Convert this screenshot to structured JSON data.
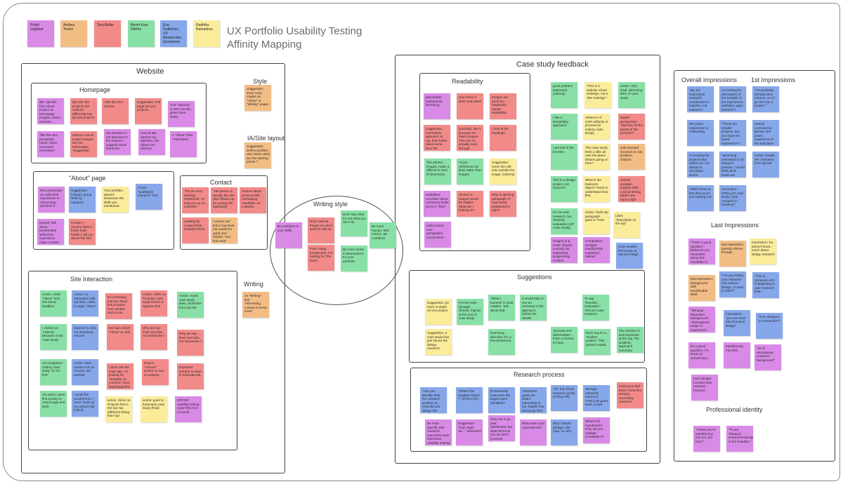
{
  "title_lines": [
    "UX Portfolio Usability Testing",
    "Affinity Mapping"
  ],
  "colors": {
    "pink": "#d98ae6",
    "orange": "#f2bd85",
    "red": "#f28a8a",
    "green": "#88e0a6",
    "blue": "#86a7ea",
    "yellow": "#fbec9a"
  },
  "legend": [
    {
      "text": "Prakti Joglekar",
      "color": "pink"
    },
    {
      "text": "Andrea Tovies",
      "color": "orange"
    },
    {
      "text": "Tara Butler",
      "color": "red"
    },
    {
      "text": "Bernit Kaur Dhillon",
      "color": "green"
    },
    {
      "text": "Eva Guttierrez, UX Researcher, Questioner",
      "color": "blue"
    },
    {
      "text": "Radhika Ramadoss",
      "color": "yellow"
    }
  ],
  "sections": {
    "website": "Website",
    "homepage": "Homepage",
    "style": "Style",
    "ia": "IA/Site layout",
    "about": "\"About\" page",
    "contact": "Contact",
    "site_interaction": "Site Interaction",
    "writing": "Writing",
    "writing_style": "Writing style",
    "case_study": "Case study feedback",
    "readability": "Readability",
    "suggestions": "Suggestions",
    "research": "Research process",
    "overall": "Overall impressions",
    "first": "1st Impressions",
    "last": "Last Impressions",
    "professional": "Professional identity"
  },
  "notes": [
    {
      "text": "like: specific intro about project on homepage images, what's involved",
      "color": "pink"
    },
    {
      "text": "My role: the projects are ordered differently btw hp and projects",
      "color": "red"
    },
    {
      "text": "I like the hero section.",
      "color": "red"
    },
    {
      "text": "Suggestion: Full page two pro projects",
      "color": "red"
    },
    {
      "text": "And \"aspiring\" in hero section, gives more clarity",
      "color": "pink"
    },
    {
      "text": "\"like the intro paragraph, name; helps encounter remember\"",
      "color": "pink"
    },
    {
      "text": "Udemy Lexical project images are not informative, \"suggestive\"",
      "color": "red"
    },
    {
      "text": "My attention is not attracted to the buttons I suggest visual hierarchy",
      "color": "pink"
    },
    {
      "text": "Lexical title attracts my attention, the others are obvious",
      "color": "pink"
    },
    {
      "text": "2 \"About\" links \"redundant\"",
      "color": "pink"
    },
    {
      "text": "Suggestion: more color, maybe on \"About\" or \"Writing\" pages",
      "color": "orange"
    },
    {
      "text": "Suggestion: Define portfolio use cases: what are the starting points ?",
      "color": "orange"
    },
    {
      "text": "Recommendati on: add work experience to About page (timeline?)",
      "color": "pink"
    },
    {
      "text": "Suggestion (About): group skills by category",
      "color": "blue"
    },
    {
      "text": "Your portfolio doesn't showcase the skills you mentioned.",
      "color": "yellow"
    },
    {
      "text": "I'd put \"qualitative research\" first.",
      "color": "blue"
    },
    {
      "text": "(about) Talk about transferable skills from experience make a better researcher",
      "color": "pink"
    },
    {
      "text": "Contact / resume links in footer feels hidden; call out above the fold",
      "color": "red"
    },
    {
      "text": "\"For an entry working researcher, I'd look you up on LinkedIn.\"",
      "color": "red"
    },
    {
      "text": "\"HR person is usually the one who follows up [to contact the applicant]\"",
      "color": "red"
    },
    {
      "text": "Unsure about protocol with messaging candidate on LinkedIn.",
      "color": "red"
    },
    {
      "text": "Looking for contact form, invitation blurb",
      "color": "red"
    },
    {
      "text": "\"contact me\" link in top-level nav would be quick and helpful: \"one less step\"",
      "color": "orange"
    },
    {
      "text": "Action: clicks \"About\" from link below headline",
      "color": "green"
    },
    {
      "text": "Action: no interaction with top links, clicks in-page \"About\"",
      "color": "blue"
    },
    {
      "text": "It's confusing that the About link is below hero section and in nav.",
      "color": "red"
    },
    {
      "text": "Action: clicks on Footnote case study first bc it appears first",
      "color": "red"
    },
    {
      "text": "Action: reads case study titles, clicks/see from top-left",
      "color": "green"
    },
    {
      "text": "I clicked on \"Udemy\" because it has 'case study'.",
      "color": "green"
    },
    {
      "text": "Expects to view, not download, resume.",
      "color": "blue"
    },
    {
      "text": "Not sure which \"About\" to click",
      "color": "red"
    },
    {
      "text": "Why are top-level nav links not interactive ?",
      "color": "red"
    },
    {
      "text": "Why are top-level nav links not interactive ?",
      "color": "red"
    },
    {
      "text": "1st navigation: Udemy case study \"bc it's first\"",
      "color": "green"
    },
    {
      "text": "Action: finds contact info on resume, not website",
      "color": "blue"
    },
    {
      "text": "I don't use the main app, I'm looking for \"invitation to connect\", form, blurb/hyperlink",
      "color": "red"
    },
    {
      "text": "Expect \"contact\" section in nav, or projects.",
      "color": "red"
    },
    {
      "text": "Expected resume to open in separate tab.",
      "color": "red"
    },
    {
      "text": "1st action: goes first quickly to About page and back",
      "color": "green"
    },
    {
      "text": "I avoid the email link bc I never hook up my actual mail [client]",
      "color": "blue"
    },
    {
      "text": "action: clicks on Projects link in the top nav (different listing than hp)",
      "color": "yellow"
    },
    {
      "text": "action: goes to footnote/a case study (final)",
      "color": "yellow"
    },
    {
      "text": "ERROR: usability testing report file error (Lexical)",
      "color": "pink"
    },
    {
      "text": "on \"Writing\" link: \"interesting, curious to know more\"",
      "color": "orange"
    },
    {
      "text": "Be confident in your skills.",
      "color": "pink"
    },
    {
      "text": "Don't call out things you don't want to call out.",
      "color": "red"
    },
    {
      "text": "Don't say what it's not what you don't do.",
      "color": "green"
    },
    {
      "text": "Be more human, less correct. Be confident.",
      "color": "green"
    },
    {
      "text": "From hiring perspective, I'm looking for \"the hook\".",
      "color": "red"
    },
    {
      "text": "Be more active in descriptions. It's your portfolio!",
      "color": "green"
    },
    {
      "text": "glanceable, bulletpoints, skimming",
      "color": "pink"
    },
    {
      "text": "scan-haze it short and sweet",
      "color": "red"
    },
    {
      "text": "Images are good but negatively impact readability",
      "color": "red"
    },
    {
      "text": "Suggestion: summarize approach at top, then bullet takes some from the summary",
      "color": "red"
    },
    {
      "text": "[Lexical] I like it, because it's fewer images. This one I'd actually read through.",
      "color": "red"
    },
    {
      "text": "I look at the headings.",
      "color": "red"
    },
    {
      "text": "The photos, images, make it difficult to read (Fotonovela).",
      "color": "green"
    },
    {
      "text": "I'd put references as links rather than images.",
      "color": "green"
    },
    {
      "text": "Suggestion: move the call-outs outside the image. (Udemy)",
      "color": "yellow"
    },
    {
      "text": "readables, uncertain about numerous bullet items in \"flow\"",
      "color": "pink"
    },
    {
      "text": "Alt-text on images would be helpful. What am I looking at?",
      "color": "red"
    },
    {
      "text": "Why is opening paragraph of case study positioned to right?",
      "color": "red"
    },
    {
      "text": "bullet points over paragraphs (conclusion)",
      "color": "pink"
    },
    {
      "text": "good problem statement (Udemy)",
      "color": "green"
    },
    {
      "text": "\"This is a website visual redesign, not a 'site redesign'\"",
      "color": "yellow"
    },
    {
      "text": "Action: only read, skimming, 80% of case study",
      "color": "green"
    },
    {
      "text": "I like a storytelling approach.",
      "color": "green"
    },
    {
      "text": "Absence of UXR artifacts or process [in Udemy case study].",
      "color": "yellow"
    },
    {
      "text": "Expert perspective: \"Did they hit the points of the process?\"",
      "color": "red"
    },
    {
      "text": "I got lost in the timeline.",
      "color": "green"
    },
    {
      "text": "This case study feels a little all over the place. What's going on here?",
      "color": "yellow"
    },
    {
      "text": "subj seemed focused on role, problem, solution",
      "color": "orange"
    },
    {
      "text": "This is a design project, not research.",
      "color": "green"
    },
    {
      "text": "What is the business object? Need to understand that first.",
      "color": "yellow"
    },
    {
      "text": "answer analysis, insights after Lexical testing (didn't see report right away)",
      "color": "red"
    },
    {
      "text": "It's not user research, but heuristic evaluation (UP Case Study)",
      "color": "green"
    },
    {
      "text": "Action: finds top paragraph, goes to \"how\"",
      "color": "yellow"
    },
    {
      "text": "Likes \"description at the top\"",
      "color": "yellow"
    },
    {
      "text": "Images (e.g. Usab. Report, Lexical) not supporting, progressing content",
      "color": "pink"
    },
    {
      "text": "Competitive analysis insufficiently explained, labeled",
      "color": "pink"
    },
    {
      "text": "Case studies feel empty at top w/o image",
      "color": "blue"
    },
    {
      "text": "Suggestion: go more in depth on one project",
      "color": "yellow"
    },
    {
      "text": "Put the tools (Google Sheets, Figma) at the end of case study",
      "color": "green"
    },
    {
      "text": "\"What I learned\" is what matters. Talk about that.",
      "color": "green"
    },
    {
      "text": "It would help to see an overview of the approach, before the details",
      "color": "green"
    },
    {
      "text": "To say \"heuristic evaluation\". This isn't user research.",
      "color": "green"
    },
    {
      "text": "Suggestion: a case study that just shows the design research.",
      "color": "yellow"
    },
    {
      "text": "Summary... describe it in a few sentences.",
      "color": "green"
    },
    {
      "text": "\"process and deliverables\" - that's a section to have.",
      "color": "green"
    },
    {
      "text": "Don't say it's a 'student project'. That doesn't matter.",
      "color": "green"
    },
    {
      "text": "The solution is less important at the top. Put problem, approach summary, deliverables.",
      "color": "green"
    },
    {
      "text": "\"Can you identify what the research problem is... How did you design the methodologies?\"",
      "color": "blue"
    },
    {
      "text": "\"What's the tangible impact ?\" (STELLAR)",
      "color": "blue"
    },
    {
      "text": "[Fotonovela] How were the target users identified?",
      "color": "blue"
    },
    {
      "text": "\"Research goals are what's interesting to me. Maybe that should go first\"",
      "color": "blue"
    },
    {
      "text": "\"Ah, hal\" (finds research goals) (STELLAR)",
      "color": "blue"
    },
    {
      "text": "Wrongly interprets nature of STELLAR grant work, scope",
      "color": "blue"
    },
    {
      "text": "How'd you find them? Describe primary, secondary research.",
      "color": "red"
    },
    {
      "text": "Be more specific with research outcomes (user interviews, usability testing)",
      "color": "pink"
    },
    {
      "text": "Suggestion: \"how might we...\" statement",
      "color": "pink"
    },
    {
      "text": "okay not to go past usefulness, but what WOULD you do next? (Lexical)",
      "color": "pink"
    },
    {
      "text": "What were your expectations?",
      "color": "pink"
    },
    {
      "text": "Why? Would (design, site map, UI, etc)",
      "color": "blue"
    },
    {
      "text": "What's the hypothesis? How did you validate /invalidate it?",
      "color": "pink"
    },
    {
      "text": "\"My 1st impression: research coordinator is logistics, not research\"",
      "color": "blue"
    },
    {
      "text": "I'm looking for description of the breadth of the experience - websites, apps, research?",
      "color": "blue"
    },
    {
      "text": "\"I've probably already seen resume, so I'd go first into a project.\"",
      "color": "blue"
    },
    {
      "text": "Ten years' experience is misleading.",
      "color": "blue"
    },
    {
      "text": "\"These are smaller projects, but you have ten years' experience?\"",
      "color": "blue"
    },
    {
      "text": "Seems confused by phrase \"ten years experience in the education sector\".",
      "color": "blue"
    },
    {
      "text": "I'm looking for projects that reflect UX / UI design in education sector.",
      "color": "blue"
    },
    {
      "text": "\"assuming interested in ed research position, I would think all of these are research projects.\"",
      "color": "blue"
    },
    {
      "text": "Action: Reads HP, clockwise from top-left",
      "color": "blue"
    },
    {
      "text": "I didn't know at first that you're just starting out.",
      "color": "blue"
    },
    {
      "text": "1st project: STELLAR case study (\"lack research in heading\")",
      "color": "blue"
    },
    {
      "text": "\"That's a good question\": [What do you remember about this candidate?]",
      "color": "pink"
    },
    {
      "text": "last impression: passion shines through",
      "color": "orange"
    },
    {
      "text": "Impression: he doesn't know much about design research",
      "color": "yellow"
    },
    {
      "text": "last impression: background with transferable skills",
      "color": "orange"
    },
    {
      "text": "\"Are you taking your research into various design, or open to both?\"",
      "color": "blue"
    },
    {
      "text": "\"This is someone who is beginning in user research field.\"",
      "color": "blue"
    },
    {
      "text": "\"bilingual education background\", \"international range of experience\", \"has a curious research design\"",
      "color": "pink"
    },
    {
      "text": "Impression: \"you are more into structural design\"",
      "color": "blue"
    },
    {
      "text": "\"Is he designer or researcher?\"",
      "color": "blue"
    },
    {
      "text": "It's a good question, I'm stuck on answering it.",
      "color": "pink"
    },
    {
      "text": "transitioning into field",
      "color": "pink"
    },
    {
      "text": "\"lot of educational, academic background\"",
      "color": "pink"
    },
    {
      "text": "more design-focused than research focused.",
      "color": "pink"
    },
    {
      "text": "\"I know you're transitioning into UX, but how?\"",
      "color": "pink"
    },
    {
      "text": "\"To put 'bilingual researcher/designer' in the headline.\"",
      "color": "pink"
    }
  ]
}
